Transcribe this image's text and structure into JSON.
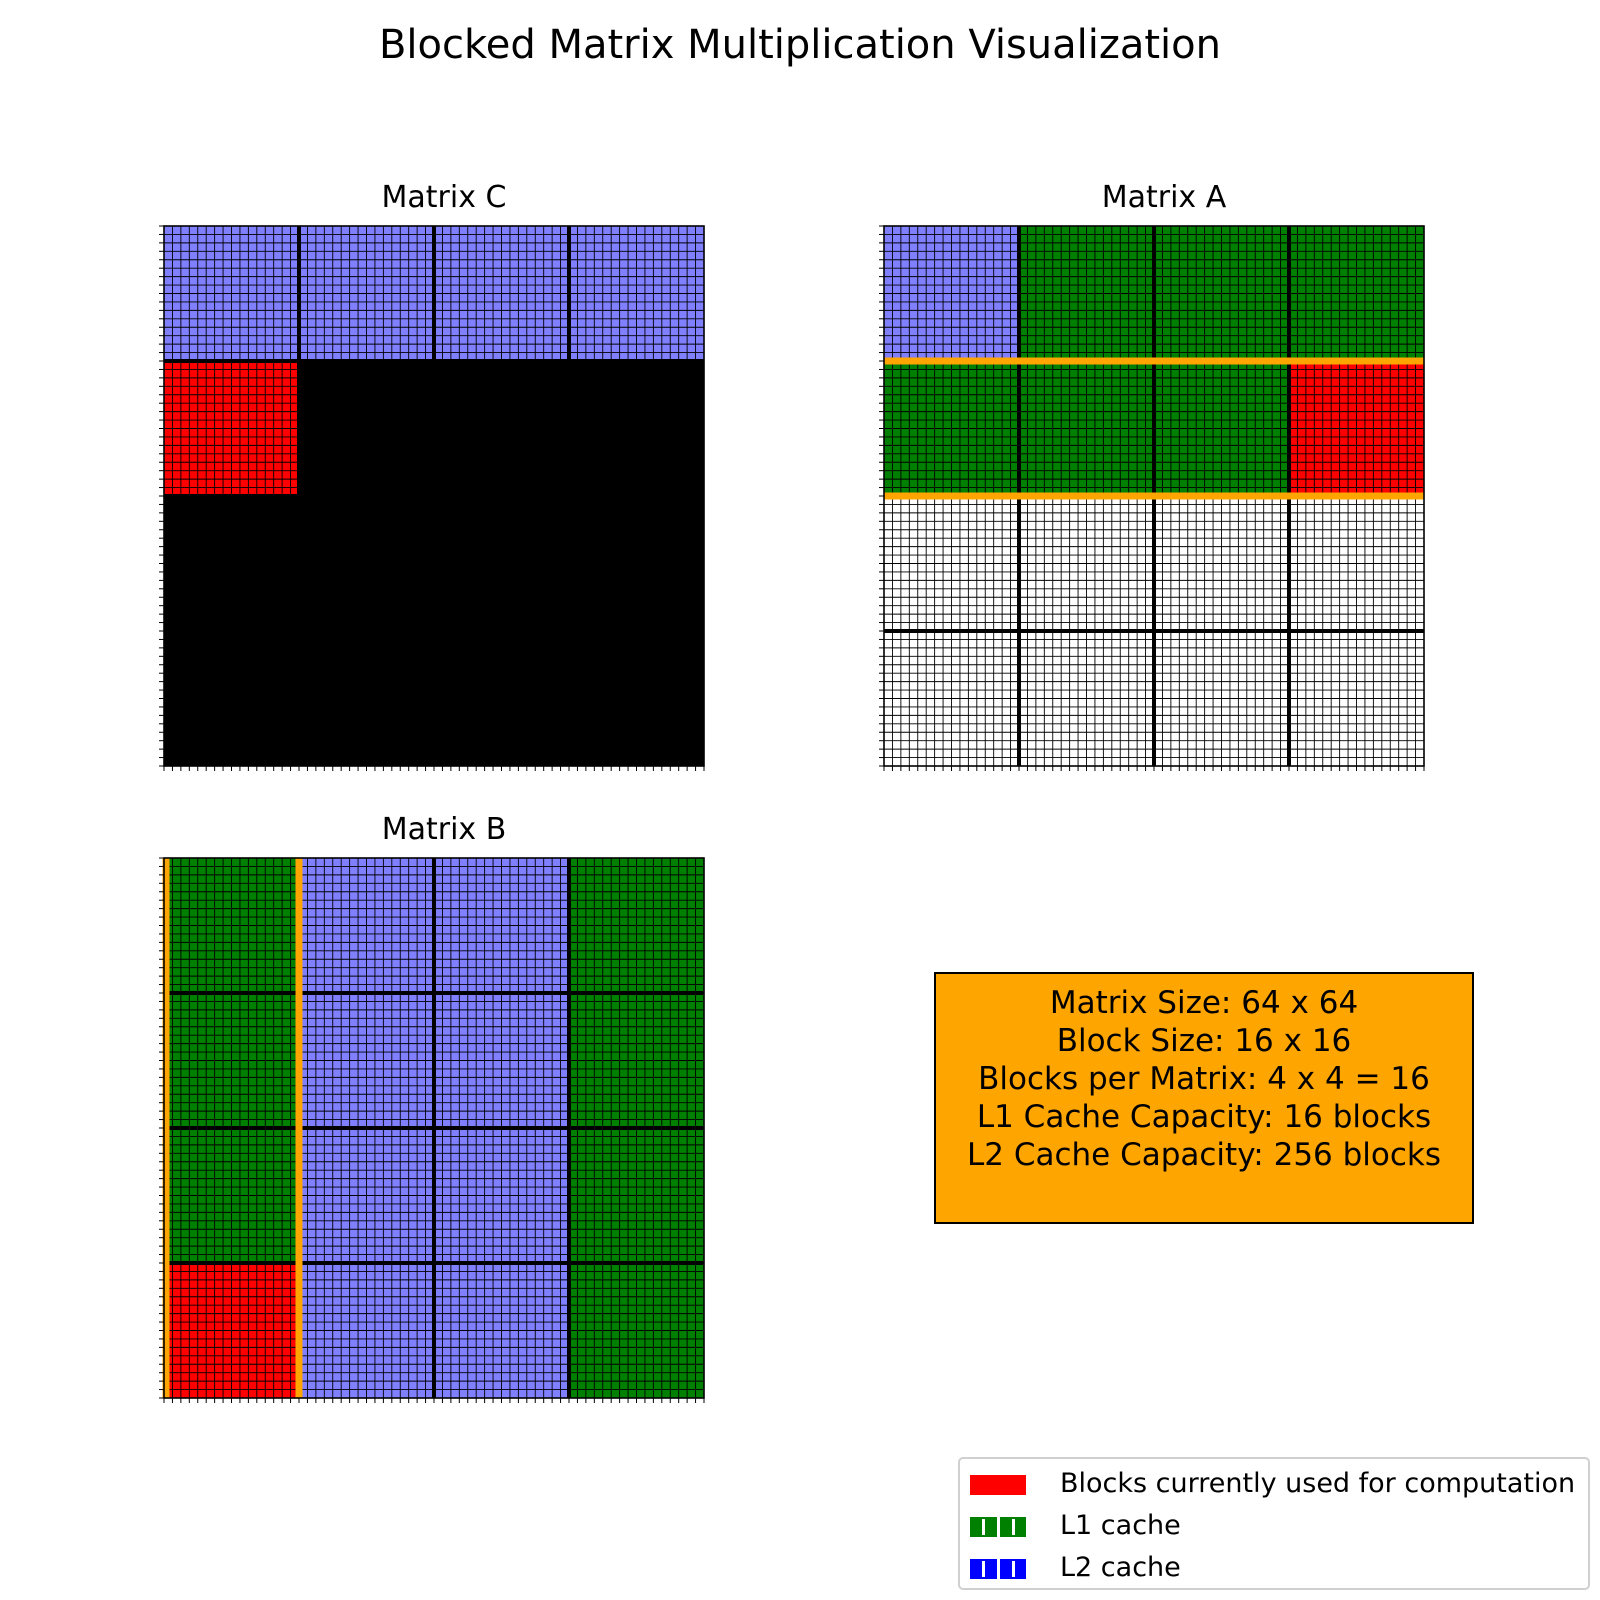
{
  "figure": {
    "title": "Blocked Matrix Multiplication Visualization"
  },
  "colors": {
    "compute": "#ff0000",
    "l1": "#008000",
    "l2_fill": "#8080ff",
    "l2_legend": "#0000ff",
    "empty": "#ffffff",
    "written": "#000000",
    "highlight": "#ffa500",
    "gridline": "#000000"
  },
  "matrix": {
    "size": 64,
    "block_size": 16,
    "blocks_per_side": 4
  },
  "panels": {
    "c": {
      "title": "Matrix C",
      "blocks": [
        [
          "l2",
          "l2",
          "l2",
          "l2"
        ],
        [
          "compute",
          "written",
          "written",
          "written"
        ],
        [
          "written",
          "written",
          "written",
          "written"
        ],
        [
          "written",
          "written",
          "written",
          "written"
        ]
      ],
      "highlight": null
    },
    "a": {
      "title": "Matrix A",
      "blocks": [
        [
          "l2",
          "l1",
          "l1",
          "l1"
        ],
        [
          "l1",
          "l1",
          "l1",
          "compute"
        ],
        [
          "empty",
          "empty",
          "empty",
          "empty"
        ],
        [
          "empty",
          "empty",
          "empty",
          "empty"
        ]
      ],
      "highlight": {
        "orientation": "rows",
        "index": 1
      }
    },
    "b": {
      "title": "Matrix B",
      "blocks": [
        [
          "l1",
          "l2",
          "l2",
          "l1"
        ],
        [
          "l1",
          "l2",
          "l2",
          "l1"
        ],
        [
          "l1",
          "l2",
          "l2",
          "l1"
        ],
        [
          "compute",
          "l2",
          "l2",
          "l1"
        ]
      ],
      "highlight": {
        "orientation": "cols",
        "index": 0
      }
    }
  },
  "info": {
    "lines": [
      "Matrix Size: 64 x 64",
      "Block Size: 16 x 16",
      "Blocks per Matrix: 4 x 4 = 16",
      "L1 Cache Capacity: 16 blocks",
      "L2 Cache Capacity: 256 blocks"
    ]
  },
  "legend": {
    "items": [
      {
        "label": "Blocks currently used for computation",
        "color": "#ff0000",
        "style": "solid"
      },
      {
        "label": "L1 cache",
        "color": "#008000",
        "style": "dashed"
      },
      {
        "label": "L2 cache",
        "color": "#0000ff",
        "style": "dashed"
      }
    ]
  }
}
